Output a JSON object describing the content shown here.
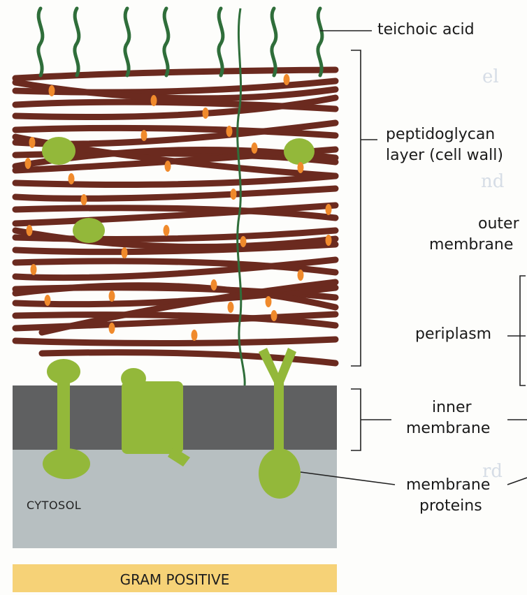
{
  "labels": {
    "teichoic_acid": "teichoic acid",
    "peptidoglycan_line1": "peptidoglycan",
    "peptidoglycan_line2": "layer (cell wall)",
    "outer_line1": "outer",
    "outer_line2": "membrane",
    "periplasm": "periplasm",
    "inner_line1": "inner",
    "inner_line2": "membrane",
    "membrane_proteins_line1": "membrane",
    "membrane_proteins_line2": "proteins",
    "cytosol": "CYTOSOL",
    "gram_type": "GRAM POSITIVE"
  },
  "colors": {
    "peptidoglycan": "#6b2a1f",
    "crosslink": "#f08a2c",
    "protein": "#93b83a",
    "teichoic_acid": "#2f6e3a",
    "inner_membrane": "#5f6061",
    "cytosol": "#b7bfc1",
    "banner": "#f6d277"
  }
}
